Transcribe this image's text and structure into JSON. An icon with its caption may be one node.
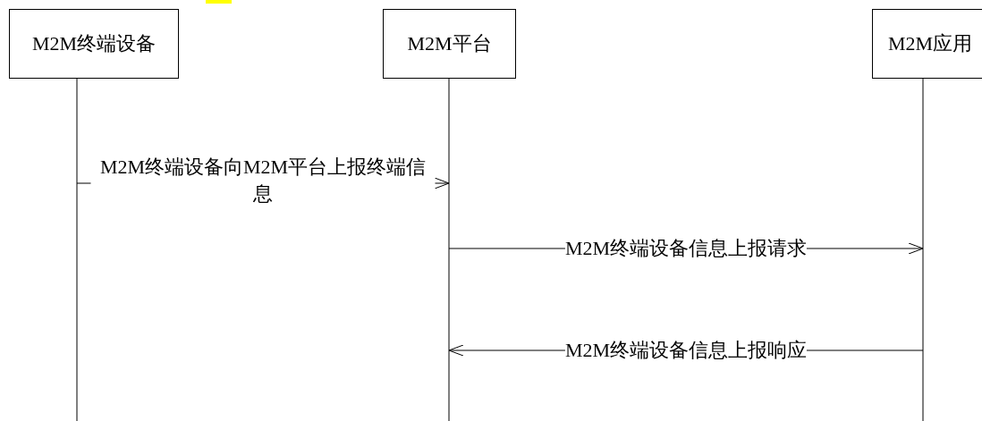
{
  "diagram": {
    "nodes": [
      {
        "text": [
          "M2M终端设备"
        ]
      },
      {
        "text": [
          "M2M平台"
        ]
      },
      {
        "text": [
          "M2M应用"
        ]
      }
    ],
    "edges": [
      {
        "from": 0,
        "to": 1,
        "arrow": "to",
        "label": "M2M终端设备向M2M平台上报终端信息"
      },
      {
        "from": 1,
        "to": 2,
        "arrow": "to",
        "label": "M2M终端设备信息上报请求"
      },
      {
        "from": 2,
        "to": 1,
        "arrow": "to",
        "label": "M2M终端设备信息上报响应"
      }
    ]
  }
}
